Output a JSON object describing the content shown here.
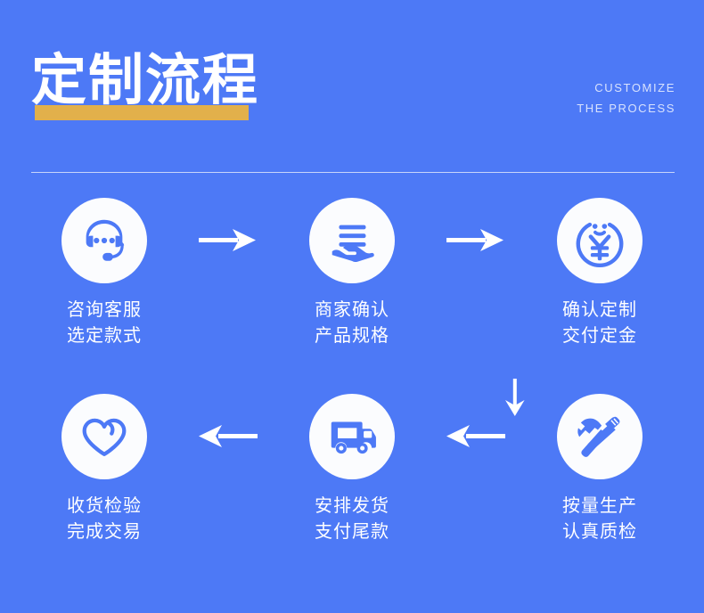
{
  "header": {
    "title": "定制流程",
    "english_line1": "CUSTOMIZE",
    "english_line2": "THE PROCESS",
    "underline_color": "#e2b04b"
  },
  "theme": {
    "background": "#4d79f6",
    "icon_circle": "#fbfcfe",
    "icon_glyph": "#4d79f6",
    "text": "#ffffff",
    "english_text": "#d8e2fd",
    "divider": "#c8d6fb"
  },
  "flow": {
    "row1": [
      {
        "icon": "headset-support-icon",
        "label_line1": "咨询客服",
        "label_line2": "选定款式"
      },
      {
        "icon": "hand-document-icon",
        "label_line1": "商家确认",
        "label_line2": "产品规格"
      },
      {
        "icon": "yuan-coin-smile-icon",
        "label_line1": "确认定制",
        "label_line2": "交付定金"
      }
    ],
    "row2": [
      {
        "icon": "heart-icon",
        "label_line1": "收货检验",
        "label_line2": "完成交易"
      },
      {
        "icon": "delivery-truck-icon",
        "label_line1": "安排发货",
        "label_line2": "支付尾款"
      },
      {
        "icon": "hammer-screwdriver-icon",
        "label_line1": "按量生产",
        "label_line2": "认真质检"
      }
    ],
    "arrows": {
      "row1_arrow1": "arrow-right-icon",
      "row1_arrow2": "arrow-right-icon",
      "vertical": "arrow-down-icon",
      "row2_arrow1": "arrow-left-icon",
      "row2_arrow2": "arrow-left-icon"
    }
  }
}
